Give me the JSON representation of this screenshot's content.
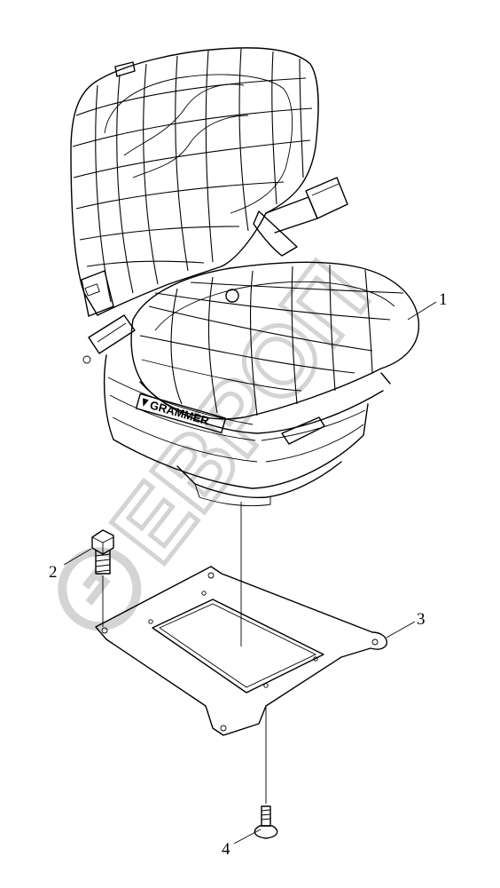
{
  "diagram": {
    "brand_label": "GRAMMER",
    "watermark": "ЕВРОП",
    "parts": [
      {
        "id": "seat",
        "callout": "1"
      },
      {
        "id": "bolt",
        "callout": "2"
      },
      {
        "id": "mounting-plate",
        "callout": "3"
      },
      {
        "id": "screw",
        "callout": "4"
      }
    ]
  }
}
